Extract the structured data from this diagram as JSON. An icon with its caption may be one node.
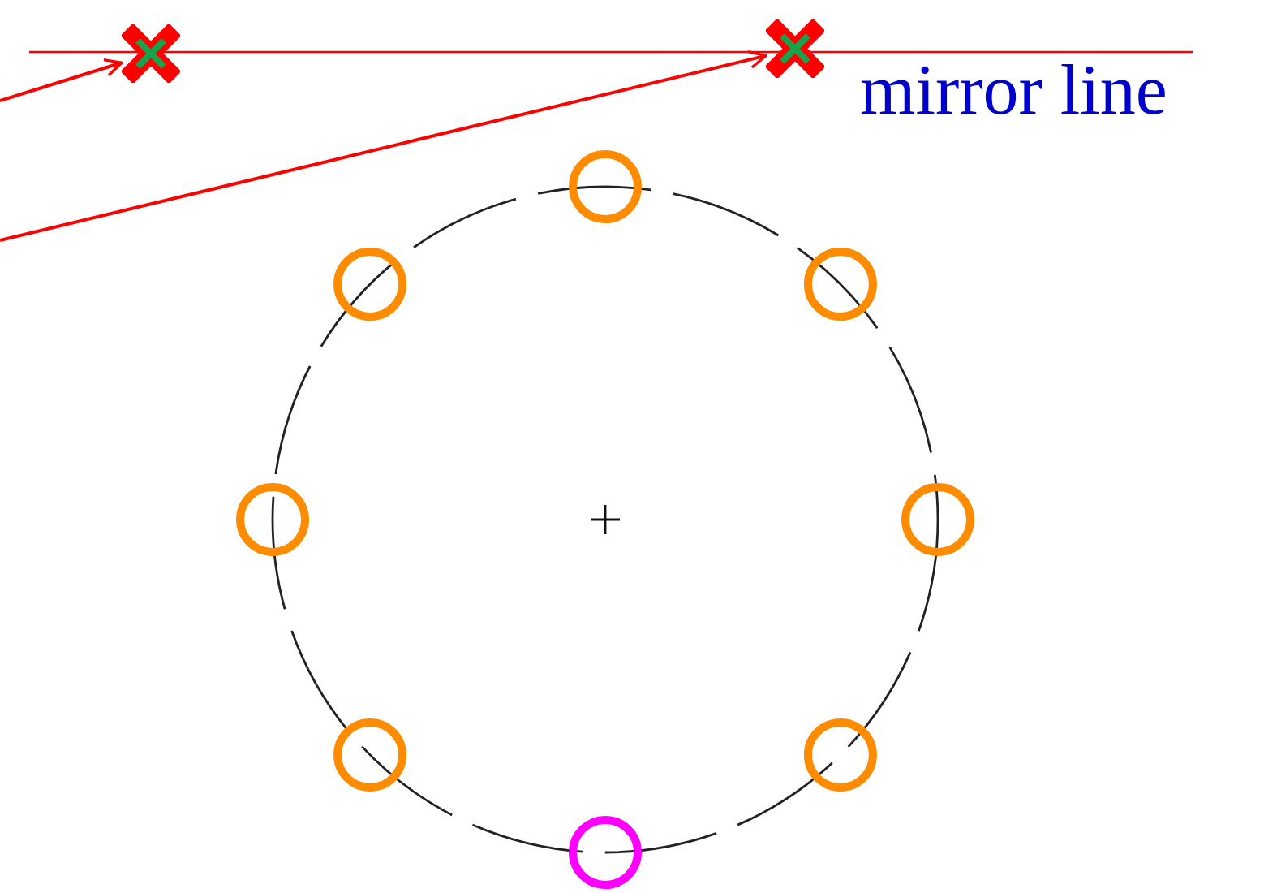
{
  "diagram": {
    "nodes": [
      {
        "text": [],
        "shape": "cross"
      },
      {
        "text": [],
        "shape": "cross"
      }
    ],
    "edges": [
      {
        "from": null,
        "to": 0,
        "arrow": "to"
      },
      {
        "from": null,
        "to": 1,
        "arrow": "to"
      }
    ],
    "labels": [
      "mirror line"
    ]
  }
}
